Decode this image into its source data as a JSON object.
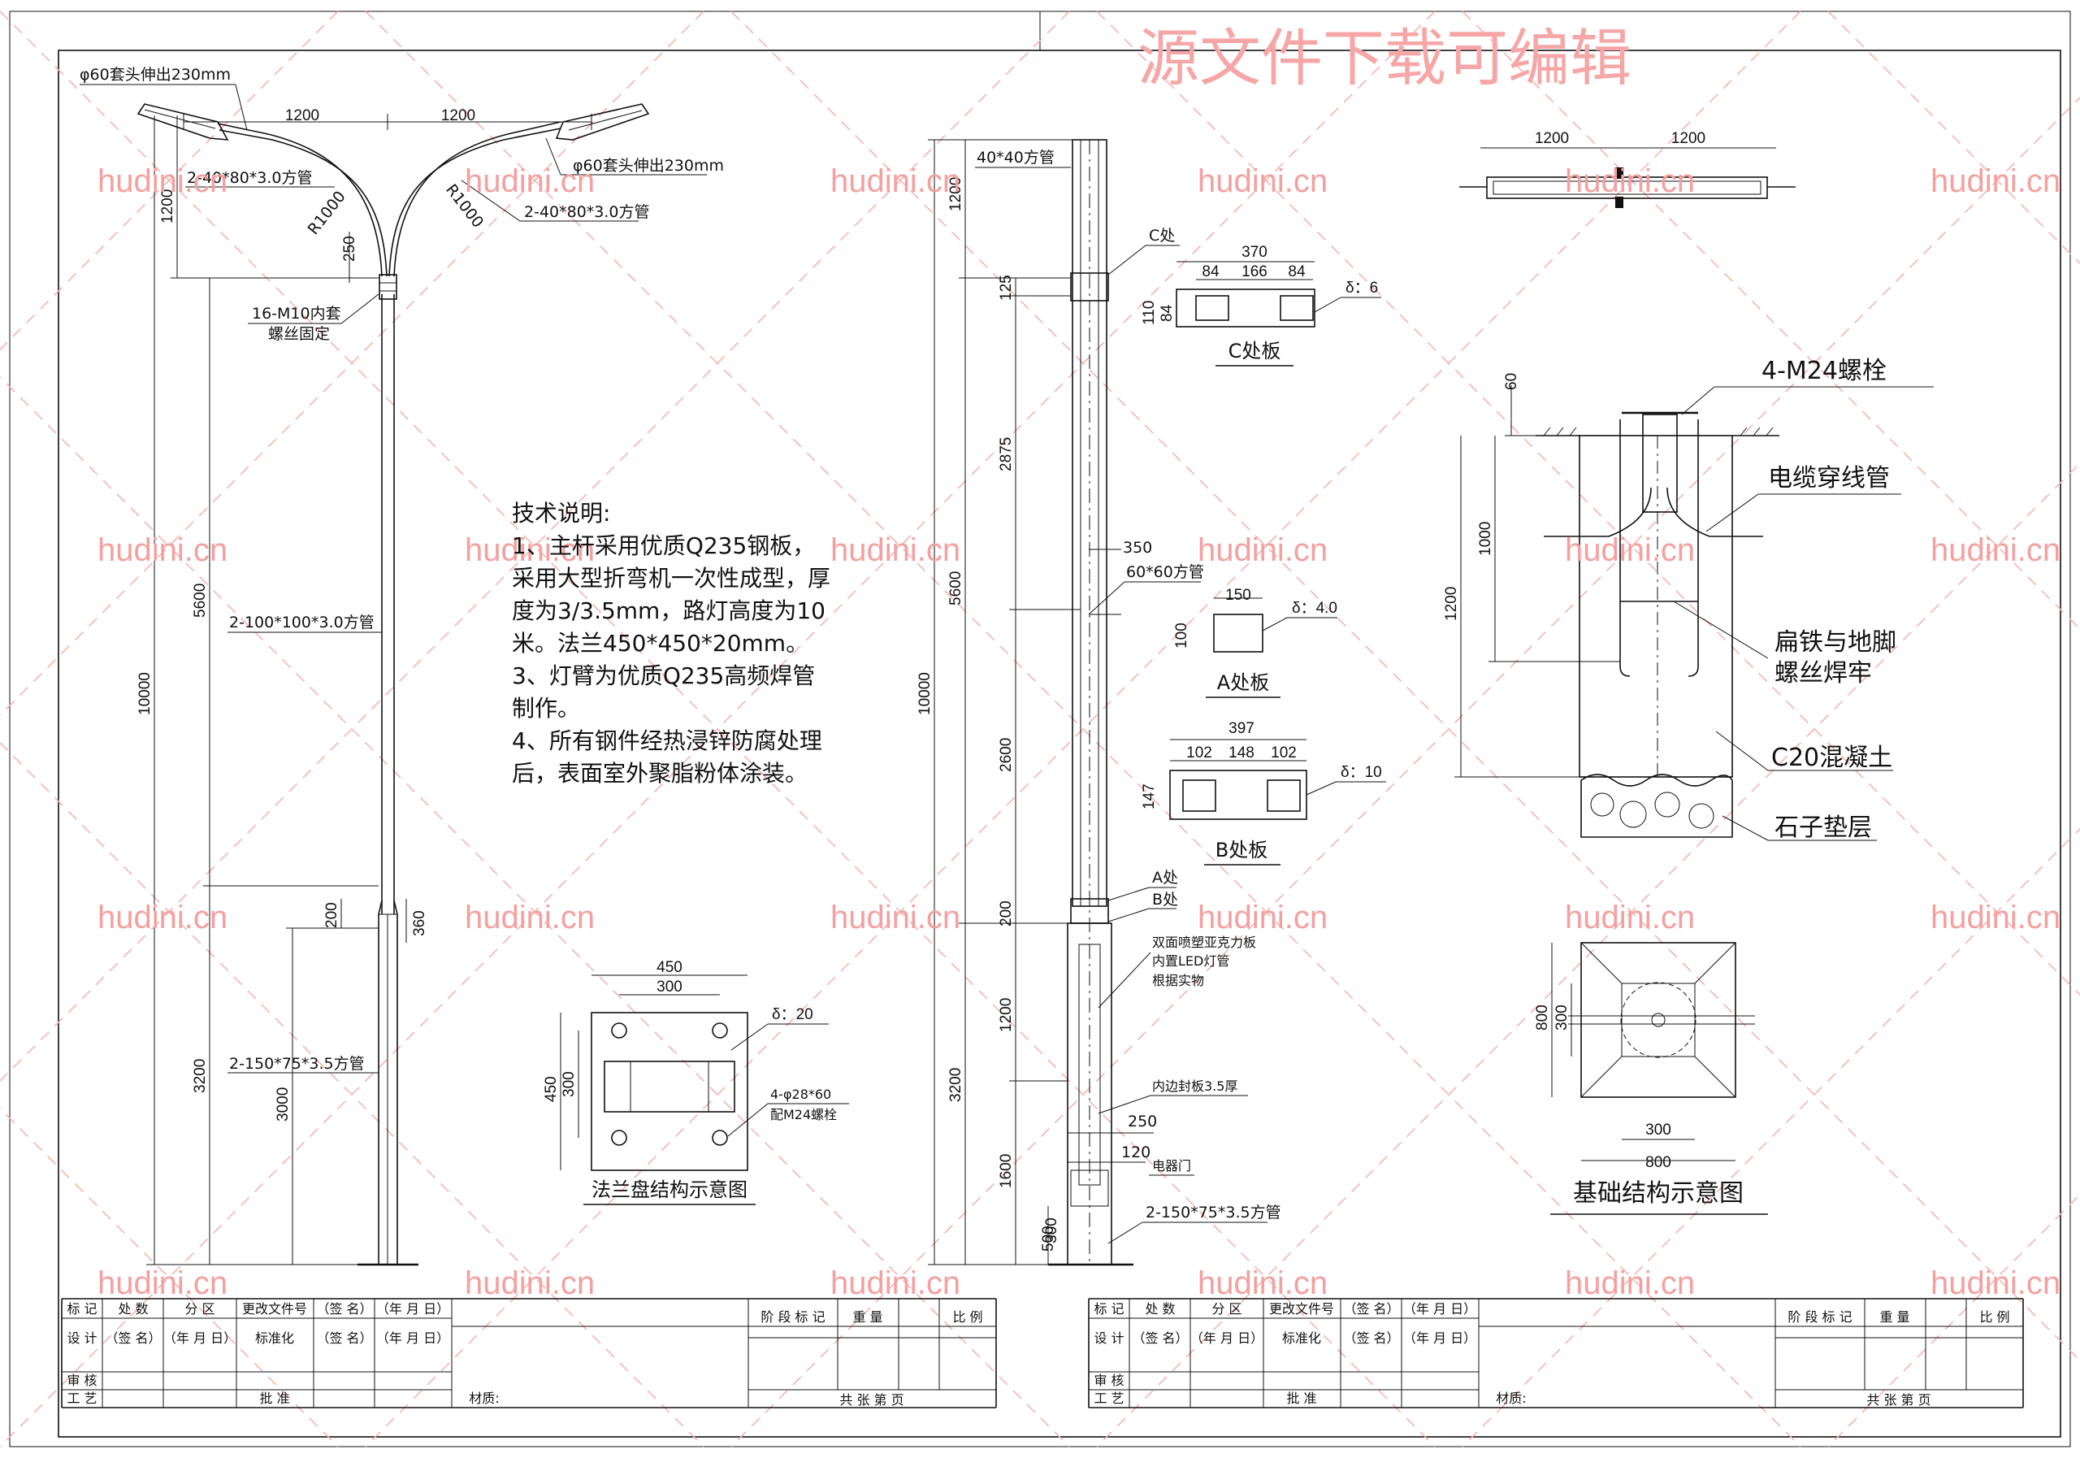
{
  "watermark": {
    "title": "源文件下载可编辑",
    "site": "hudini.cn"
  },
  "left_view": {
    "arm_dim_left": "1200",
    "arm_dim_right": "1200",
    "arm_rise": "1200",
    "sleeve_label_left": "φ60套头伸出230mm",
    "sleeve_label_right": "φ60套头伸出230mm",
    "arm_tube_left": "2-40*80*3.0方管",
    "arm_tube_right": "2-40*80*3.0方管",
    "radius_left": "R1000",
    "radius_right": "R1000",
    "dim_250": "250",
    "screws": [
      "16-M10内套",
      "螺丝固定"
    ],
    "upper_tube": "2-100*100*3.0方管",
    "lower_tube": "2-150*75*3.5方管",
    "total_height": "10000",
    "upper_height": "5600",
    "lower_height": "3200",
    "dim_200": "200",
    "dim_360": "360",
    "dim_3000": "3000"
  },
  "tech_notes": {
    "heading": "技术说明:",
    "items": [
      "1、主杆采用优质Q235钢板，采用大型折弯机一次性成型，厚度为3/3.5mm，路灯高度为10米。法兰450*450*20mm。",
      "3、灯臂为优质Q235高频焊管制作。",
      "4、所有钢件经热浸锌防腐处理后，表面室外聚脂粉体涂装。"
    ]
  },
  "flange": {
    "outer": "450",
    "inner": "300",
    "outer_v": "450",
    "inner_v": "300",
    "thickness": "δ：20",
    "bolts": [
      "4-φ28*60",
      "配M24螺栓"
    ],
    "caption": "法兰盘结构示意图"
  },
  "side_view": {
    "top_tube": "40*40方管",
    "c_label": "C处",
    "a_label": "A处",
    "b_label": "B处",
    "mid_tube": "60*60方管",
    "dim_350": "350",
    "dim_1200": "1200",
    "dim_125": "125",
    "dim_2875": "2875",
    "dim_5600": "5600",
    "dim_2600": "2600",
    "dim_10000": "10000",
    "dim_200": "200",
    "dim_1200b": "1200",
    "dim_3200": "3200",
    "dim_1600": "1600",
    "dim_500": "500",
    "dim_300": "300",
    "acrylic": [
      "双面喷塑亚克力板",
      "内置LED灯管",
      "根据实物"
    ],
    "inner_seal": "内边封板3.5厚",
    "dim_250": "250",
    "dim_120": "120",
    "door": "电器门",
    "bottom_tube": "2-150*75*3.5方管"
  },
  "plate_c": {
    "overall": "370",
    "a": "84",
    "b": "166",
    "c": "84",
    "h1": "110",
    "h2": "84",
    "thickness": "δ：6",
    "caption": "C处板"
  },
  "plate_a": {
    "w": "150",
    "h": "100",
    "thickness": "δ：4.0",
    "caption": "A处板"
  },
  "plate_b": {
    "overall": "397",
    "a": "102",
    "b": "148",
    "c": "102",
    "h": "147",
    "thickness": "δ：10",
    "caption": "B处板"
  },
  "top_view": {
    "left": "1200",
    "right": "1200"
  },
  "foundation": {
    "bolts": "4-M24螺栓",
    "conduit": "电缆穿线管",
    "weld": [
      "扁铁与地脚",
      "螺丝焊牢"
    ],
    "concrete": "C20混凝土",
    "gravel": "石子垫层",
    "dim_60": "60",
    "dim_1000": "1000",
    "dim_1200": "1200",
    "plan_800": "800",
    "plan_300": "300",
    "plan_300b": "300",
    "plan_800b": "800",
    "caption": "基础结构示意图"
  },
  "title_block": {
    "r1": [
      "标 记",
      "处 数",
      "分  区",
      "更改文件号",
      "（签 名）",
      "（年 月 日）"
    ],
    "r2": [
      "设  计",
      "（签 名）",
      "（年 月 日）",
      "标准化",
      "（签 名）",
      "（年 月 日）"
    ],
    "r3": [
      "审  核"
    ],
    "r4": [
      "工  艺",
      "批  准"
    ],
    "material": "材质:",
    "stage": "阶 段 标 记",
    "weight": "重 量",
    "scale": "比 例",
    "sheets": "共        张        第        页"
  }
}
